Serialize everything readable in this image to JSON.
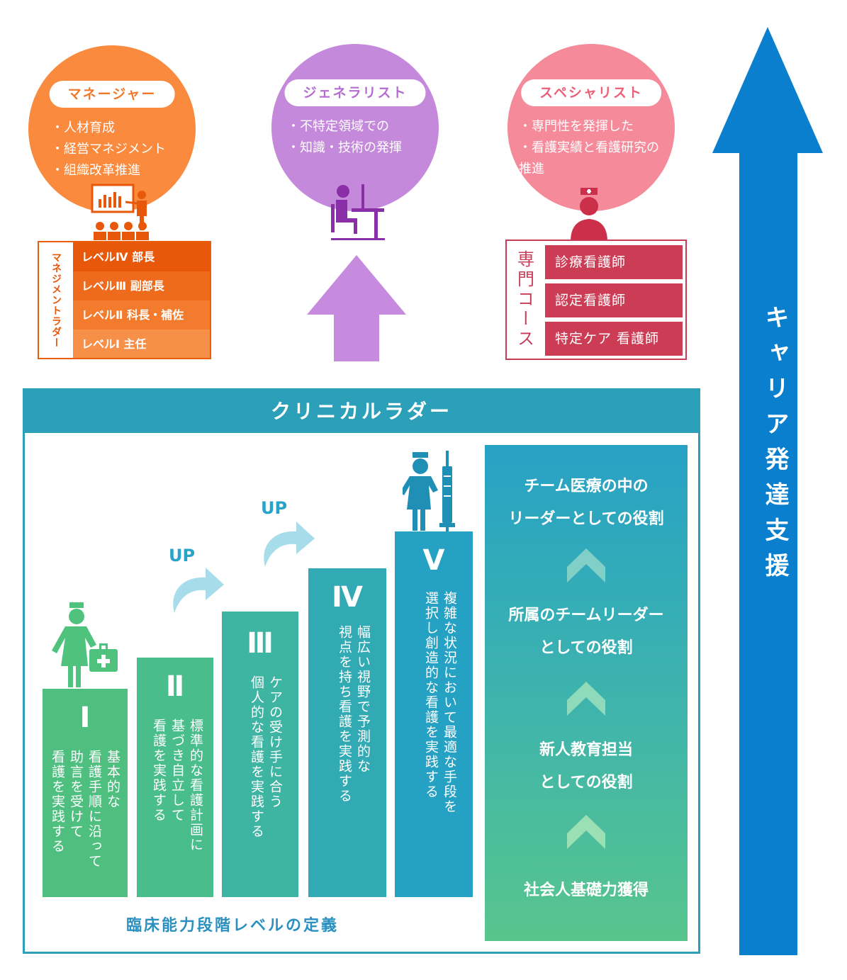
{
  "colors": {
    "manager": "#f98a3e",
    "generalist": "#c589db",
    "specialist": "#f58a9a",
    "clinical": "#2ba0b8",
    "career_arrow": "#0a7fce",
    "up_arrow": "#c58add"
  },
  "manager": {
    "title": "マネージャー",
    "bullets": [
      "・人材育成",
      "・経営マネジメント",
      "・組織改革推進"
    ],
    "ladder_label": "マネジメントラダー",
    "levels": [
      "レベルⅣ  部長",
      "レベルⅢ  副部長",
      "レベルⅡ   科長・補佐",
      "レベルⅠ  主任"
    ]
  },
  "generalist": {
    "title": "ジェネラリスト",
    "bullets": [
      "・不特定領域での",
      "・知識・技術の発揮"
    ]
  },
  "specialist": {
    "title": "スペシャリスト",
    "bullets": [
      "・専門性を発揮した",
      "・看護実績と看護研究の",
      "  推進"
    ],
    "course_label": "専門コース",
    "courses": [
      "診療看護師",
      "認定看護師",
      "特定ケア 看護師"
    ]
  },
  "clinical": {
    "title": "クリニカルラダー",
    "up_labels": [
      "UP",
      "UP"
    ],
    "steps": [
      {
        "numeral": "Ⅰ",
        "text": "基本的な\n看護手順に沿って\n助言を受けて\n看護を実践する"
      },
      {
        "numeral": "Ⅱ",
        "text": "標準的な看護計画に\n基づき自立して\n看護を実践する"
      },
      {
        "numeral": "Ⅲ",
        "text": "ケアの受け手に合う\n個人的な看護を実践する"
      },
      {
        "numeral": "Ⅳ",
        "text": "幅広い視野で予測的な\n視点を持ち看護を実践する"
      },
      {
        "numeral": "Ⅴ",
        "text": "複雑な状況において最適な手段を\n選択し創造的な看護を実践する"
      }
    ],
    "roles": [
      "チーム医療の中の\nリーダーとしての役割",
      "所属のチームリーダー\nとしての役割",
      "新人教育担当\nとしての役割",
      "社会人基礎力獲得"
    ],
    "definition": "臨床能力段階レベルの定義"
  },
  "career": {
    "label": "キャリア発達支援"
  }
}
